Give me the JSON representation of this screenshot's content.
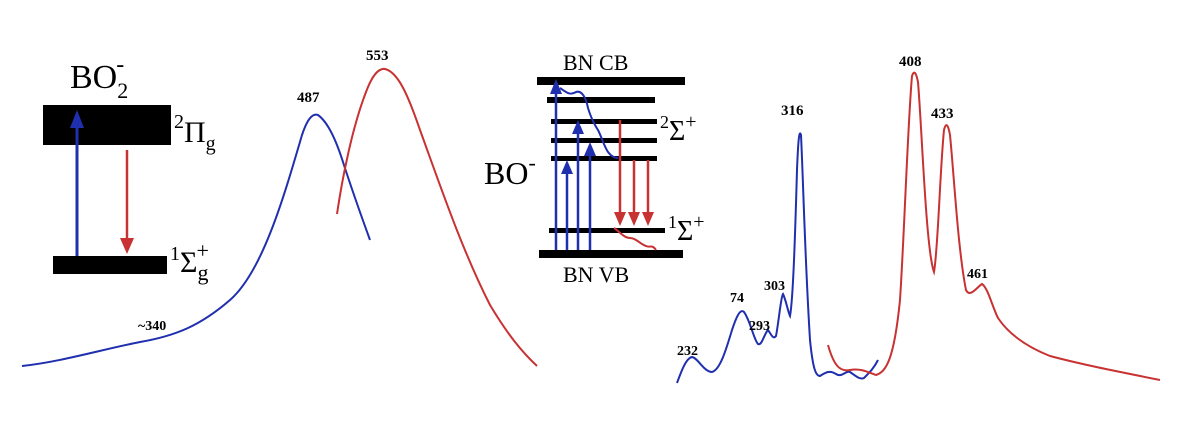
{
  "left_panel": {
    "species": {
      "base": "BO",
      "sub": "2",
      "sup": "-"
    },
    "upper_state": {
      "pre": "2",
      "main": "Π",
      "sub": "g"
    },
    "lower_state": {
      "pre": "1",
      "main": "Σ",
      "sub": "g",
      "sup": "+"
    }
  },
  "center_panel": {
    "cb_label": "BN CB",
    "vb_label": "BN VB",
    "species": {
      "base": "BO",
      "sup": "-"
    },
    "upper_state": {
      "pre": "2",
      "main": "Σ",
      "sup": "+"
    },
    "lower_state": {
      "pre": "1",
      "main": "Σ",
      "sup": "+"
    }
  },
  "colors": {
    "excitation": "#1f2fae",
    "emission": "#c83232",
    "level": "#000000"
  },
  "chart_data": [
    {
      "type": "line",
      "title": "",
      "xlabel": "",
      "ylabel": "",
      "grid": false,
      "legend": "none",
      "series": [
        {
          "color": "#1f2fae"
        },
        {
          "color": "#c83232"
        }
      ],
      "annotations": [
        "~340",
        "487",
        "553"
      ]
    },
    {
      "type": "line",
      "title": "",
      "xlabel": "",
      "ylabel": "",
      "grid": false,
      "legend": "none",
      "series": [
        {
          "color": "#1f2fae"
        },
        {
          "color": "#c83232"
        }
      ],
      "annotations": [
        "232",
        "74",
        "293",
        "303",
        "316",
        "408",
        "433",
        "461"
      ]
    }
  ]
}
